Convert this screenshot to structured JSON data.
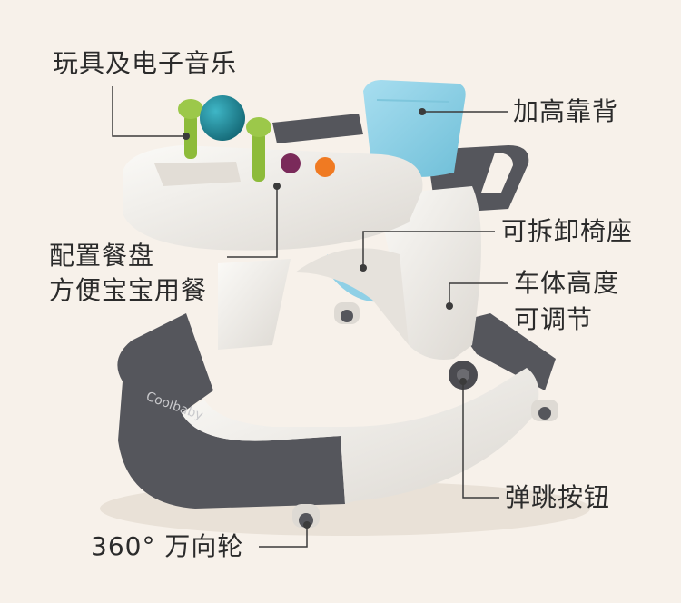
{
  "labels": {
    "toys_music": "玩具及电子音乐",
    "high_backrest": "加高靠背",
    "removable_seat": "可拆卸椅座",
    "tray_line1": "配置餐盘",
    "tray_line2": "方便宝宝用餐",
    "height_line1": "车体高度",
    "height_line2": "可调节",
    "bounce_button": "弹跳按钮",
    "wheel": "360° 万向轮"
  },
  "brand_logo_text": "Coolbaby",
  "colors": {
    "background": "#f7f1ea",
    "frame_white": "#f2f0ec",
    "frame_dark": "#55565c",
    "seat_blue": "#8fd0e6",
    "toy_green": "#8dbb3a",
    "ball_teal": "#1e8a9a",
    "ball_purple": "#7a2a5a",
    "ball_orange": "#f07a22"
  }
}
